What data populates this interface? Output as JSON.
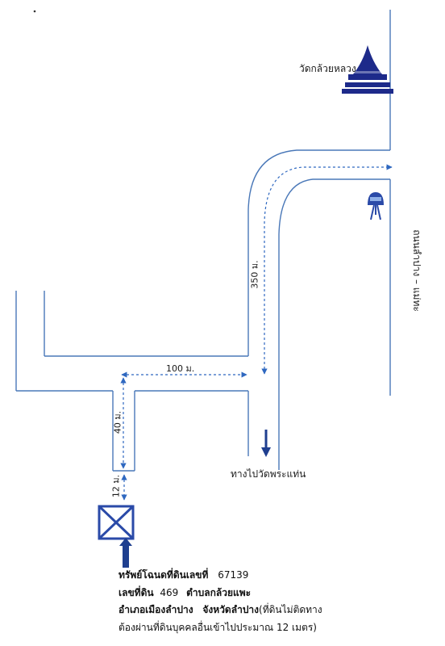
{
  "map": {
    "temple_name": "วัดกล้วยหลวง",
    "road_name": "ถนนลำปาง – แม่ทะ",
    "dist_long": "350 ม.",
    "dist_horizontal": "100 ม.",
    "dist_vertical": "40 ม.",
    "dist_access": "12 ม.",
    "direction_label": "ทางไปวัดพระแท่น",
    "colors": {
      "road": "#4a78b8",
      "route": "#2f68c0",
      "marker": "#2a4aa8",
      "temple": "#1d2a8a",
      "arrow": "#1f3f8f"
    }
  },
  "info": {
    "title_label": "ทรัพย์โฉนดที่ดินเลขที่",
    "deed_no": "67139",
    "land_label": "เลขที่ดิน",
    "land_no": "469",
    "subdistrict": "ตำบลกล้วยแพะ",
    "district": "อำเภอเมืองลำปาง",
    "province": "จังหวัดลำปาง",
    "note_line1": "(ที่ดินไม่ติดทาง",
    "note_line2": "ต้องผ่านที่ดินบุคคลอื่นเข้าไปประมาณ 12 เมตร)"
  }
}
